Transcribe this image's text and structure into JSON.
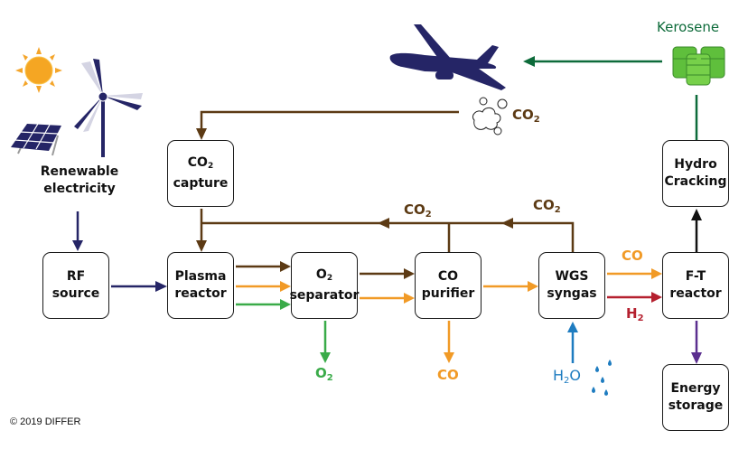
{
  "title": "Plasma-based CO2 to kerosene process diagram",
  "colors": {
    "navy": "#252566",
    "brown": "#5c3a14",
    "orange": "#f19a26",
    "green": "#3aab49",
    "dark_green": "#0d6b3a",
    "red": "#b5202f",
    "blue": "#1e7cc0",
    "purple": "#5b2f8f",
    "black": "#111111"
  },
  "sources": {
    "renewable_line1": "Renewable",
    "renewable_line2": "electricity",
    "icons": [
      "sun-icon",
      "wind-turbine-icon",
      "solar-panel-icon"
    ]
  },
  "boxes": {
    "rf_source": {
      "line1": "RF",
      "line2": "source"
    },
    "plasma_reactor": {
      "line1": "Plasma",
      "line2": "reactor"
    },
    "o2_separator": {
      "line1": "O",
      "sub": "2",
      "line2": "separator"
    },
    "co_purifier": {
      "line1": "CO",
      "line2": "purifier"
    },
    "wgs_syngas": {
      "line1": "WGS",
      "line2": "syngas"
    },
    "ft_reactor": {
      "line1": "F-T",
      "line2": "reactor"
    },
    "co2_capture": {
      "line1": "CO",
      "sub": "2",
      "line2": "capture"
    },
    "hydro_cracking": {
      "line1": "Hydro",
      "line2": "Cracking"
    },
    "energy_storage": {
      "line1": "Energy",
      "line2": "storage"
    }
  },
  "labels": {
    "kerosene": "Kerosene",
    "co2_plane": {
      "main": "CO",
      "sub": "2"
    },
    "co2_return_1": {
      "main": "CO",
      "sub": "2"
    },
    "co2_return_2": {
      "main": "CO",
      "sub": "2"
    },
    "o2_out": {
      "main": "O",
      "sub": "2"
    },
    "co_out": "CO",
    "co_to_ft": "CO",
    "h2_to_ft": {
      "main": "H",
      "sub": "2"
    },
    "h2o_in": {
      "main": "H",
      "sub": "2",
      "rest": "O"
    }
  },
  "copyright": "© 2019 DIFFER"
}
